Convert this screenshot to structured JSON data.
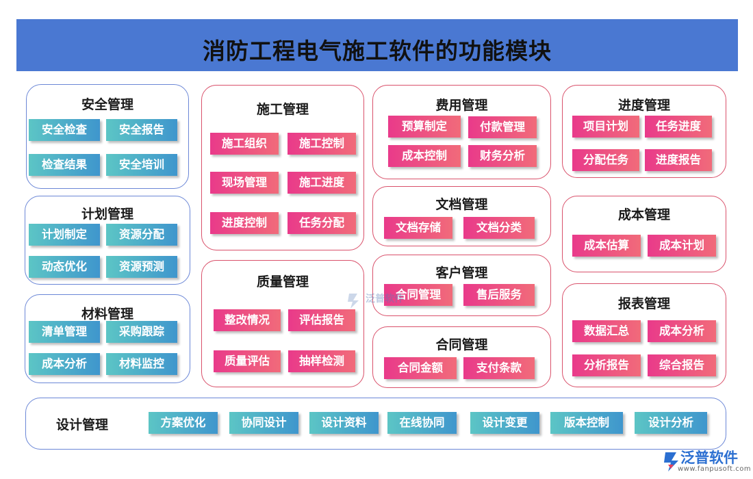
{
  "title": "消防工程电气施工软件的功能模块",
  "modules": {
    "safety": {
      "title": "安全管理",
      "items": [
        "安全检查",
        "安全报告",
        "检查结果",
        "安全培训"
      ]
    },
    "plan": {
      "title": "计划管理",
      "items": [
        "计划制定",
        "资源分配",
        "动态优化",
        "资源预测"
      ]
    },
    "material": {
      "title": "材料管理",
      "items": [
        "清单管理",
        "采购跟踪",
        "成本分析",
        "材料监控"
      ]
    },
    "construction": {
      "title": "施工管理",
      "items": [
        "施工组织",
        "施工控制",
        "现场管理",
        "施工进度",
        "进度控制",
        "任务分配"
      ]
    },
    "quality": {
      "title": "质量管理",
      "items": [
        "整改情况",
        "评估报告",
        "质量评估",
        "抽样检测"
      ]
    },
    "expense": {
      "title": "费用管理",
      "items": [
        "预算制定",
        "付款管理",
        "成本控制",
        "财务分析"
      ]
    },
    "document": {
      "title": "文档管理",
      "items": [
        "文档存储",
        "文档分类"
      ]
    },
    "customer": {
      "title": "客户管理",
      "items": [
        "合同管理",
        "售后服务"
      ]
    },
    "contract": {
      "title": "合同管理",
      "items": [
        "合同金额",
        "支付条款"
      ]
    },
    "progress": {
      "title": "进度管理",
      "items": [
        "项目计划",
        "任务进度",
        "分配任务",
        "进度报告"
      ]
    },
    "cost": {
      "title": "成本管理",
      "items": [
        "成本估算",
        "成本计划"
      ]
    },
    "report": {
      "title": "报表管理",
      "items": [
        "数据汇总",
        "成本分析",
        "分析报告",
        "综合报告"
      ]
    },
    "design": {
      "title": "设计管理",
      "items": [
        "方案优化",
        "协同设计",
        "设计资料",
        "在线协同",
        "设计变更",
        "版本控制",
        "设计分析"
      ]
    }
  },
  "watermark": "泛普软件",
  "logo": {
    "name": "泛普软件",
    "url": "www.fanpusoft.com"
  },
  "colors": {
    "banner": "#4a78d2",
    "teal_start": "#5cc5c5",
    "teal_end": "#3f96cd",
    "pink_start": "#e93a8a",
    "pink_end": "#f16b7a"
  }
}
